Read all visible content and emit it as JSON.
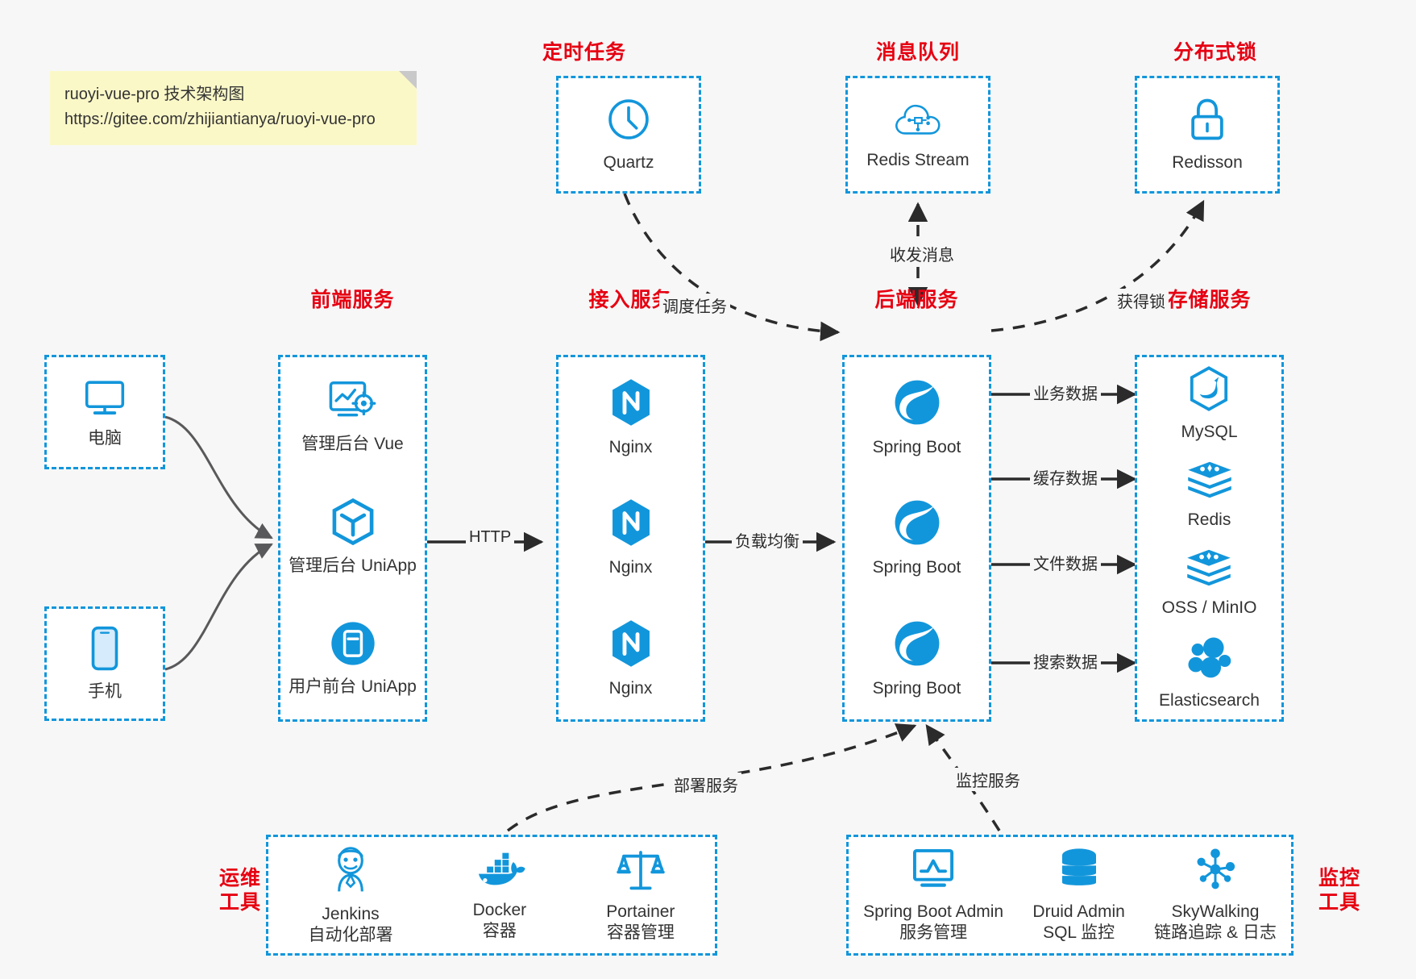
{
  "note": {
    "line1": "ruoyi-vue-pro 技术架构图",
    "line2": "https://gitee.com/zhijiantianya/ruoyi-vue-pro"
  },
  "colors": {
    "accent": "#1296db",
    "title_red": "#e60012",
    "bg": "#f7f7f7",
    "note_bg": "#fbf8c8",
    "wire": "#4d4d4d",
    "dashed_wire": "#2b2b2b"
  },
  "groups": {
    "scheduled_task": {
      "title": "定时任务",
      "items": [
        {
          "name": "Quartz",
          "icon": "clock-icon"
        }
      ]
    },
    "message_queue": {
      "title": "消息队列",
      "items": [
        {
          "name": "Redis Stream",
          "icon": "cloud-network-icon"
        }
      ]
    },
    "distributed_lock": {
      "title": "分布式锁",
      "items": [
        {
          "name": "Redisson",
          "icon": "lock-icon"
        }
      ]
    },
    "clients": {
      "items": [
        {
          "name": "电脑",
          "icon": "desktop-monitor-icon"
        },
        {
          "name": "手机",
          "icon": "mobile-phone-icon"
        }
      ]
    },
    "frontend": {
      "title": "前端服务",
      "items": [
        {
          "name": "管理后台 Vue",
          "icon": "dashboard-gear-icon"
        },
        {
          "name": "管理后台 UniApp",
          "icon": "cube-icon"
        },
        {
          "name": "用户前台 UniApp",
          "icon": "app-card-icon"
        }
      ]
    },
    "gateway": {
      "title": "接入服务",
      "items": [
        {
          "name": "Nginx",
          "icon": "nginx-icon"
        },
        {
          "name": "Nginx",
          "icon": "nginx-icon"
        },
        {
          "name": "Nginx",
          "icon": "nginx-icon"
        }
      ]
    },
    "backend": {
      "title": "后端服务",
      "items": [
        {
          "name": "Spring Boot",
          "icon": "spring-leaf-icon"
        },
        {
          "name": "Spring Boot",
          "icon": "spring-leaf-icon"
        },
        {
          "name": "Spring Boot",
          "icon": "spring-leaf-icon"
        }
      ]
    },
    "storage": {
      "title": "存储服务",
      "items": [
        {
          "name": "MySQL",
          "icon": "mysql-dolphin-icon"
        },
        {
          "name": "Redis",
          "icon": "redis-stack-icon"
        },
        {
          "name": "OSS / MinIO",
          "icon": "oss-stack-icon"
        },
        {
          "name": "Elasticsearch",
          "icon": "elasticsearch-icon"
        }
      ]
    },
    "devops": {
      "title_line1": "运维",
      "title_line2": "工具",
      "items": [
        {
          "name": "Jenkins",
          "desc": "自动化部署",
          "icon": "jenkins-butler-icon"
        },
        {
          "name": "Docker",
          "desc": "容器",
          "icon": "docker-whale-icon"
        },
        {
          "name": "Portainer",
          "desc": "容器管理",
          "icon": "scales-icon"
        }
      ]
    },
    "monitoring": {
      "title_line1": "监控",
      "title_line2": "工具",
      "items": [
        {
          "name": "Spring Boot Admin",
          "desc": "服务管理",
          "icon": "monitor-chart-icon"
        },
        {
          "name": "Druid Admin",
          "desc": "SQL 监控",
          "icon": "database-cylinder-icon"
        },
        {
          "name": "SkyWalking",
          "desc": "链路追踪 & 日志",
          "icon": "node-graph-icon"
        }
      ]
    }
  },
  "edges": [
    {
      "id": "http",
      "label": "HTTP"
    },
    {
      "id": "load-balance",
      "label": "负载均衡"
    },
    {
      "id": "schedule-task",
      "label": "调度任务"
    },
    {
      "id": "send-receive-message",
      "label": "收发消息"
    },
    {
      "id": "acquire-lock",
      "label": "获得锁"
    },
    {
      "id": "business-data",
      "label": "业务数据"
    },
    {
      "id": "cache-data",
      "label": "缓存数据"
    },
    {
      "id": "file-data",
      "label": "文件数据"
    },
    {
      "id": "search-data",
      "label": "搜索数据"
    },
    {
      "id": "deploy-service",
      "label": "部署服务"
    },
    {
      "id": "monitor-service",
      "label": "监控服务"
    }
  ]
}
